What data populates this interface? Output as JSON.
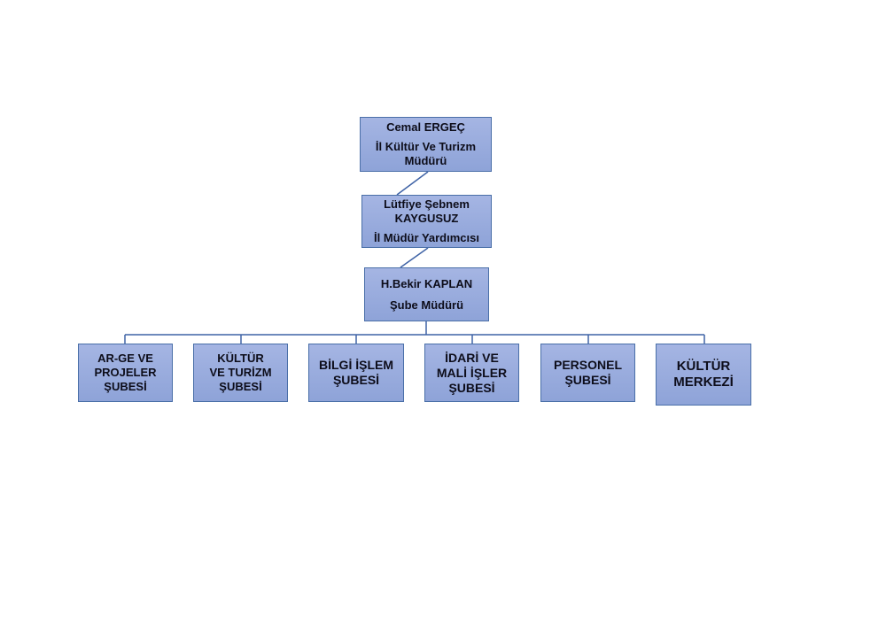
{
  "director": {
    "name": "Cemal ERGEÇ",
    "title": "İl Kültür Ve Turizm Müdürü"
  },
  "deputy": {
    "name": "Lütfiye Şebnem KAYGUSUZ",
    "title": "İl Müdür Yardımcısı"
  },
  "branch_manager": {
    "name": "H.Bekir KAPLAN",
    "title": "Şube Müdürü"
  },
  "units": [
    {
      "label": "AR-GE VE PROJELER ŞUBESİ"
    },
    {
      "label": "KÜLTÜR VE TURİZM ŞUBESİ"
    },
    {
      "label": "BİLGİ İŞLEM ŞUBESİ"
    },
    {
      "label": "İDARİ VE MALİ İŞLER ŞUBESİ"
    },
    {
      "label": "PERSONEL ŞUBESİ"
    },
    {
      "label": "KÜLTÜR MERKEZİ"
    }
  ],
  "colors": {
    "box_fill": "#95a8dc",
    "box_border": "#4a6fa8",
    "connector": "#3f63a6"
  }
}
